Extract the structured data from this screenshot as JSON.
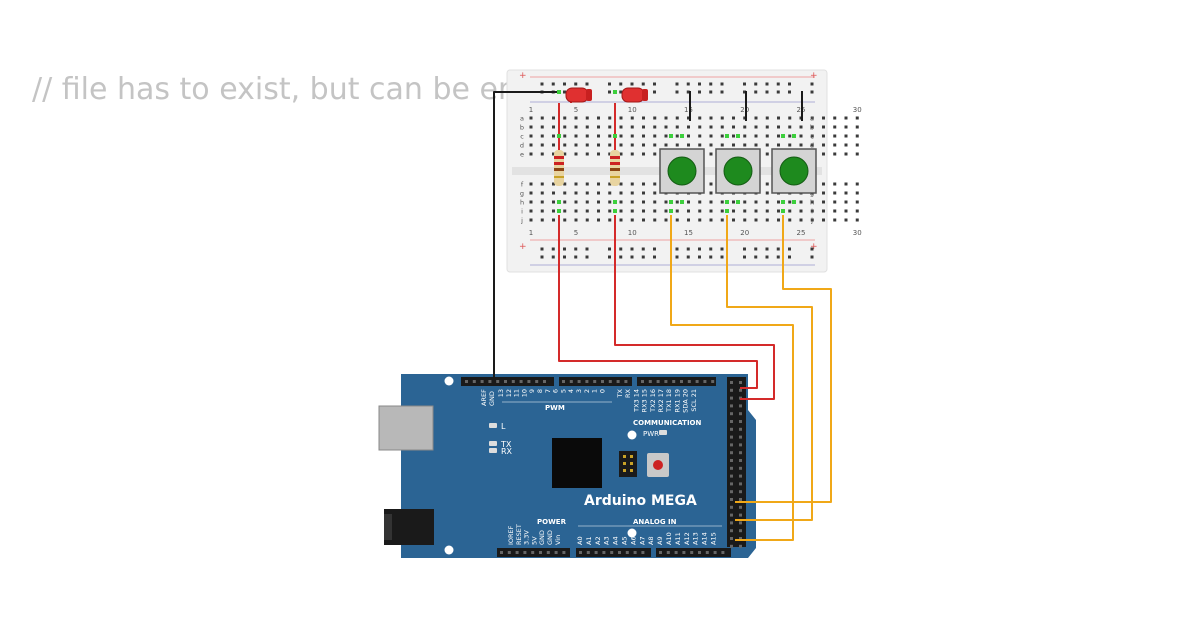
{
  "code_comment": "// file has to exist, but can be empty",
  "breadboard": {
    "column_numbers": [
      "1",
      "5",
      "10",
      "15",
      "20",
      "25",
      "30"
    ],
    "row_letters_top": [
      "a",
      "b",
      "c",
      "d",
      "e"
    ],
    "row_letters_bottom": [
      "f",
      "g",
      "h",
      "i",
      "j"
    ],
    "rail_plus": "+",
    "rail_minus": "-"
  },
  "arduino": {
    "board_name": "Arduino MEGA",
    "header_labels": {
      "aref": "AREF",
      "gnd": "GND",
      "pwm": "PWM",
      "communication": "COMMUNICATION",
      "pwr": "PWR",
      "power": "POWER",
      "analog_in": "ANALOG IN",
      "l": "L",
      "tx": "TX",
      "rx": "RX"
    },
    "pwm_pins": [
      "13",
      "12",
      "11",
      "10",
      "9",
      "8",
      "7",
      "6",
      "5",
      "4",
      "3",
      "2",
      "1",
      "0"
    ],
    "comm_pins": [
      "TX",
      "RX",
      "TX3 14",
      "RX3 15",
      "TX2 16",
      "RX2 17",
      "TX1 18",
      "RX1 19",
      "SDA 20",
      "SCL 21"
    ],
    "power_pins": [
      "IOREF",
      "RESET",
      "3.3V",
      "5V",
      "GND",
      "GND",
      "Vin"
    ],
    "analog_pins": [
      "A0",
      "A1",
      "A2",
      "A3",
      "A4",
      "A5",
      "A6",
      "A7",
      "A8",
      "A9",
      "A10",
      "A11",
      "A12",
      "A13",
      "A14",
      "A15"
    ]
  },
  "colors": {
    "board_blue": "#2b6494",
    "wire_red": "#d42a2a",
    "wire_black": "#1a1a1a",
    "wire_orange": "#f0a818",
    "button_green": "#1e8a1e",
    "led_red": "#e03030",
    "breadboard_bg": "#f2f2f2"
  }
}
